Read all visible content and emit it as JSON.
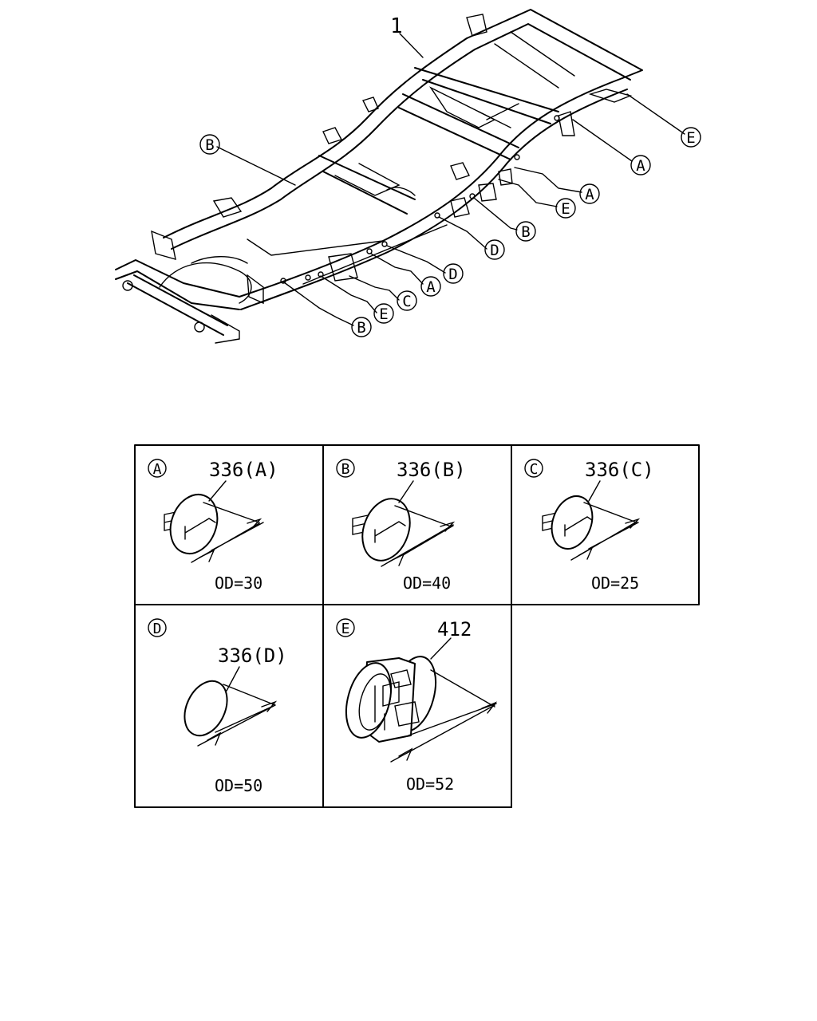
{
  "frame": {
    "part_number": "1",
    "callouts": [
      "E",
      "A",
      "B",
      "A",
      "E",
      "B",
      "D",
      "D",
      "A",
      "C",
      "E",
      "B"
    ]
  },
  "table": {
    "cells": [
      {
        "letter": "A",
        "part": "336(A)",
        "od": "OD=30"
      },
      {
        "letter": "B",
        "part": "336(B)",
        "od": "OD=40"
      },
      {
        "letter": "C",
        "part": "336(C)",
        "od": "OD=25"
      },
      {
        "letter": "D",
        "part": "336(D)",
        "od": "OD=50"
      },
      {
        "letter": "E",
        "part": "412",
        "od": "OD=52"
      }
    ]
  }
}
